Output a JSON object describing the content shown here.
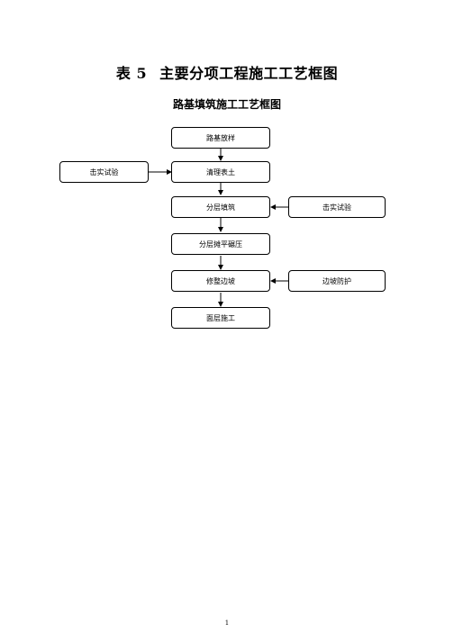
{
  "title": {
    "table_no": "表 5",
    "text": "主要分项工程施工工艺框图"
  },
  "flowchart": {
    "title": "路基填筑施工工艺框图",
    "main_steps": [
      "路基放样",
      "清理表土",
      "分层填筑",
      "分层摊平碾压",
      "修整边坡",
      "面层施工"
    ],
    "side_left": "击实试验",
    "side_right_1": "击实试验",
    "side_right_2": "边坡防护"
  },
  "page_number": "1"
}
